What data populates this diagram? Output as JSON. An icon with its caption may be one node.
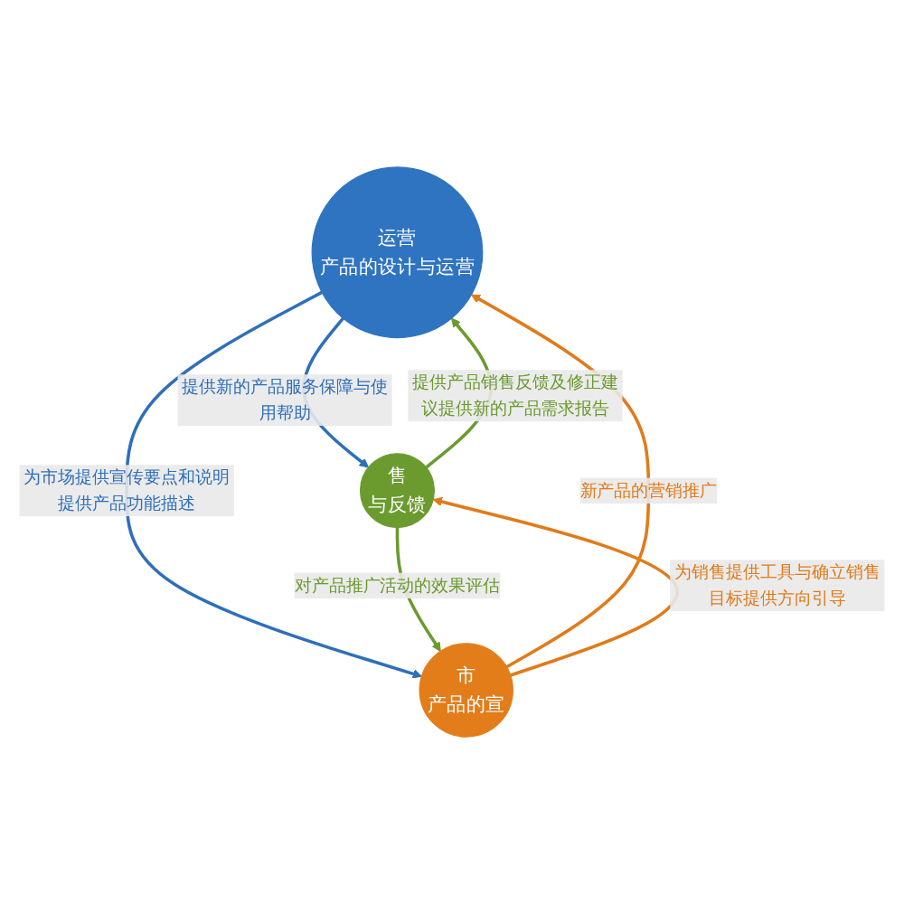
{
  "diagram": {
    "nodes": [
      {
        "text": [
          "运营",
          "产品的设计与运营"
        ]
      },
      {
        "text": [
          "售",
          "与反馈"
        ]
      },
      {
        "text": [
          "市",
          "产品的宣"
        ]
      }
    ],
    "edges": [
      {
        "from": 0,
        "to": 1,
        "arrow": "to",
        "label": "提供新的产品服务保障与使用帮助",
        "color": "#2f6fba"
      },
      {
        "from": 1,
        "to": 0,
        "arrow": "to",
        "label": "提供产品销售反馈及修正建议提供新的产品需求报告",
        "color": "#6b9a2f"
      },
      {
        "from": 0,
        "to": 2,
        "arrow": "to",
        "label": "为市场提供宣传要点和说明提供产品功能描述",
        "color": "#2f6fba"
      },
      {
        "from": 2,
        "to": 0,
        "arrow": "to",
        "label": "新产品的营销推广",
        "color": "#e07b1a"
      },
      {
        "from": 2,
        "to": 1,
        "arrow": "to",
        "label": "为销售提供工具与确立销售目标提供方向引导",
        "color": "#e07b1a"
      },
      {
        "from": 1,
        "to": 2,
        "arrow": "to",
        "label": "对产品推广活动的效果评估",
        "color": "#6b9a2f"
      }
    ]
  }
}
